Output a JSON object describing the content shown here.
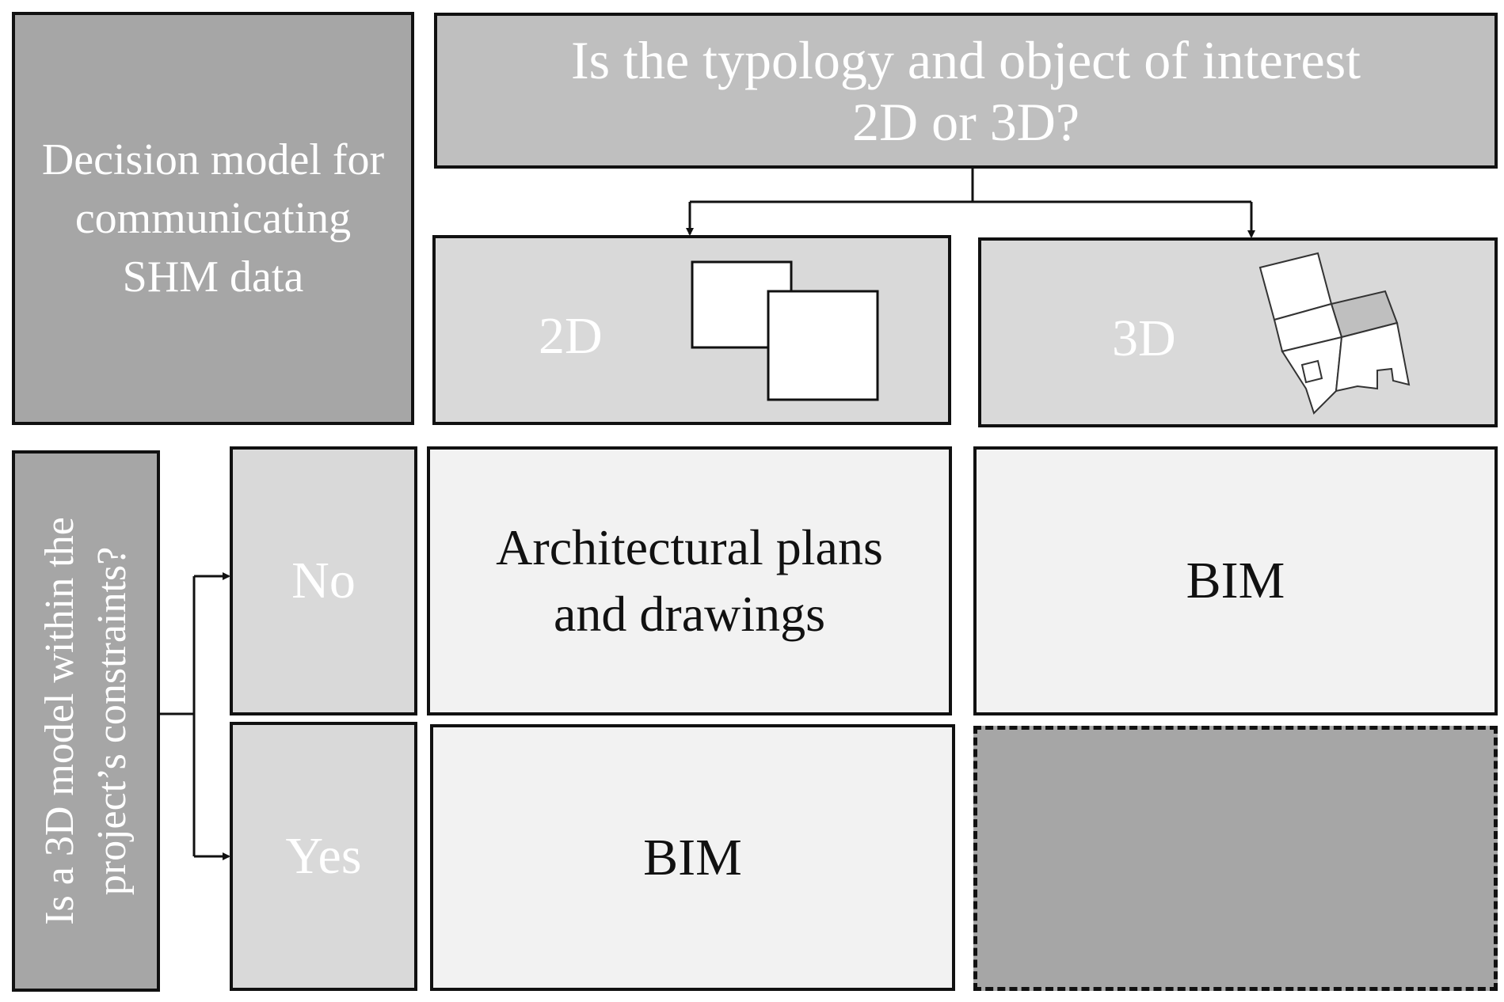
{
  "title_box": {
    "line1": "Decision model for",
    "line2": "communicating",
    "line3": "SHM data"
  },
  "question_top": {
    "line1": "Is the typology and object of interest",
    "line2": "2D or 3D?"
  },
  "option_2d": {
    "label": "2D",
    "icon": "overlapping-squares-icon"
  },
  "option_3d": {
    "label": "3D",
    "icon": "isometric-building-icon"
  },
  "question_side": {
    "line1": "Is a 3D model within the",
    "line2": "project’s constraints?"
  },
  "answer_no": {
    "label": "No"
  },
  "answer_yes": {
    "label": "Yes"
  },
  "results": {
    "no_2d": {
      "line1": "Architectural plans",
      "line2": "and drawings"
    },
    "no_3d": {
      "label": "BIM"
    },
    "yes_2d": {
      "label": "BIM"
    },
    "yes_3d": {
      "label": ""
    }
  },
  "colors": {
    "dark": "#a6a6a6",
    "mid": "#bfbfbf",
    "light": "#d9d9d9",
    "pale": "#f2f2f2",
    "border": "#111111"
  }
}
